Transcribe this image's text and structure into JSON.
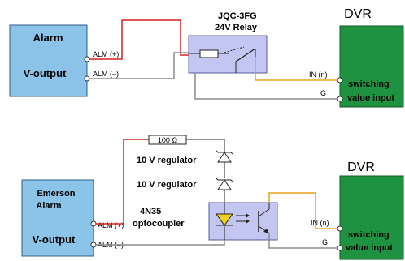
{
  "top": {
    "alarm_title": "Alarm",
    "alarm_output": "V-output",
    "alm_plus": "ALM (+)",
    "alm_minus": "ALM (–)",
    "relay_line1": "JQC-3FG",
    "relay_line2": "24V Relay",
    "dvr_label": "DVR",
    "in_label": "IN (n)",
    "g_label": "G",
    "sw_line1": "switching",
    "sw_line2": "value input"
  },
  "bottom": {
    "alarm_line1": "Emerson",
    "alarm_line2": "Alarm",
    "alarm_output": "V-output",
    "alm_plus": "ALM (+)",
    "alm_minus": "ALM (–)",
    "resistor": "100 Ω",
    "reg1": "10 V regulator",
    "reg2": "10 V regulator",
    "opto_line1": "4N35",
    "opto_line2": "optocoupler",
    "dvr_label": "DVR",
    "in_label": "IN (n)",
    "g_label": "G",
    "sw_line1": "switching",
    "sw_line2": "value input"
  },
  "colors": {
    "alarm_block": "#8cc3e8",
    "dvr_block": "#1f9242",
    "relay_block": "#c3c6f0",
    "wire_red": "#d42020",
    "wire_orange": "#e8a21a",
    "wire_gray": "#8c8c8c"
  }
}
